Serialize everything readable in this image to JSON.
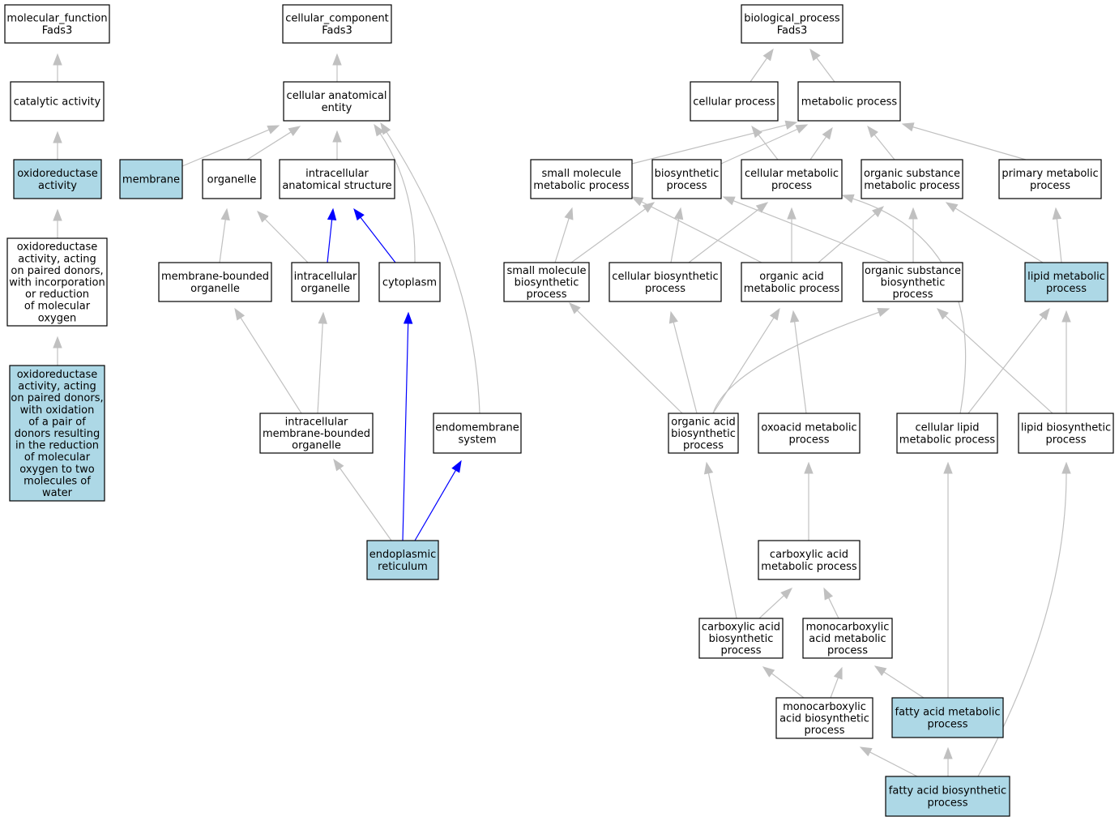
{
  "colors": {
    "node_default": "#ffffff",
    "node_highlight": "#add8e6",
    "edge_default": "#c0c0c0",
    "edge_highlight": "#0000ff",
    "border": "#000000"
  },
  "nodes": [
    {
      "id": "mf_root",
      "label": [
        "molecular_function",
        "Fads3"
      ],
      "highlight": false
    },
    {
      "id": "catalytic",
      "label": [
        "catalytic activity"
      ],
      "highlight": false
    },
    {
      "id": "oxred",
      "label": [
        "oxidoreductase",
        "activity"
      ],
      "highlight": true
    },
    {
      "id": "oxred_paired",
      "label": [
        "oxidoreductase",
        "activity, acting",
        "on paired donors,",
        "with incorporation",
        "or reduction",
        "of molecular",
        "oxygen"
      ],
      "highlight": false
    },
    {
      "id": "oxred_paired_ox",
      "label": [
        "oxidoreductase",
        "activity, acting",
        "on paired donors,",
        "with oxidation",
        "of a pair of",
        "donors resulting",
        "in the reduction",
        "of molecular",
        "oxygen to two",
        "molecules of",
        "water"
      ],
      "highlight": true
    },
    {
      "id": "cc_root",
      "label": [
        "cellular_component",
        "Fads3"
      ],
      "highlight": false
    },
    {
      "id": "cae",
      "label": [
        "cellular anatomical",
        "entity"
      ],
      "highlight": false
    },
    {
      "id": "membrane",
      "label": [
        "membrane"
      ],
      "highlight": true
    },
    {
      "id": "organelle",
      "label": [
        "organelle"
      ],
      "highlight": false
    },
    {
      "id": "ias",
      "label": [
        "intracellular",
        "anatomical structure"
      ],
      "highlight": false
    },
    {
      "id": "mbo",
      "label": [
        "membrane-bounded",
        "organelle"
      ],
      "highlight": false
    },
    {
      "id": "io",
      "label": [
        "intracellular",
        "organelle"
      ],
      "highlight": false
    },
    {
      "id": "cytoplasm",
      "label": [
        "cytoplasm"
      ],
      "highlight": false
    },
    {
      "id": "imbo",
      "label": [
        "intracellular",
        "membrane-bounded",
        "organelle"
      ],
      "highlight": false
    },
    {
      "id": "endomem",
      "label": [
        "endomembrane",
        "system"
      ],
      "highlight": false
    },
    {
      "id": "er",
      "label": [
        "endoplasmic",
        "reticulum"
      ],
      "highlight": true
    },
    {
      "id": "bp_root",
      "label": [
        "biological_process",
        "Fads3"
      ],
      "highlight": false
    },
    {
      "id": "cellproc",
      "label": [
        "cellular process"
      ],
      "highlight": false
    },
    {
      "id": "metab",
      "label": [
        "metabolic process"
      ],
      "highlight": false
    },
    {
      "id": "smmp",
      "label": [
        "small molecule",
        "metabolic process"
      ],
      "highlight": false
    },
    {
      "id": "biosyn",
      "label": [
        "biosynthetic",
        "process"
      ],
      "highlight": false
    },
    {
      "id": "cmp",
      "label": [
        "cellular metabolic",
        "process"
      ],
      "highlight": false
    },
    {
      "id": "osmp",
      "label": [
        "organic substance",
        "metabolic process"
      ],
      "highlight": false
    },
    {
      "id": "pmp",
      "label": [
        "primary metabolic",
        "process"
      ],
      "highlight": false
    },
    {
      "id": "smbp",
      "label": [
        "small molecule",
        "biosynthetic",
        "process"
      ],
      "highlight": false
    },
    {
      "id": "cbp",
      "label": [
        "cellular biosynthetic",
        "process"
      ],
      "highlight": false
    },
    {
      "id": "oamp",
      "label": [
        "organic acid",
        "metabolic process"
      ],
      "highlight": false
    },
    {
      "id": "osbp",
      "label": [
        "organic substance",
        "biosynthetic",
        "process"
      ],
      "highlight": false
    },
    {
      "id": "lmp",
      "label": [
        "lipid metabolic",
        "process"
      ],
      "highlight": true
    },
    {
      "id": "oabp",
      "label": [
        "organic acid",
        "biosynthetic",
        "process"
      ],
      "highlight": false
    },
    {
      "id": "oxoacid",
      "label": [
        "oxoacid metabolic",
        "process"
      ],
      "highlight": false
    },
    {
      "id": "clmp",
      "label": [
        "cellular lipid",
        "metabolic process"
      ],
      "highlight": false
    },
    {
      "id": "lbp",
      "label": [
        "lipid biosynthetic",
        "process"
      ],
      "highlight": false
    },
    {
      "id": "camp",
      "label": [
        "carboxylic acid",
        "metabolic process"
      ],
      "highlight": false
    },
    {
      "id": "cabp",
      "label": [
        "carboxylic acid",
        "biosynthetic",
        "process"
      ],
      "highlight": false
    },
    {
      "id": "mcamp",
      "label": [
        "monocarboxylic",
        "acid metabolic",
        "process"
      ],
      "highlight": false
    },
    {
      "id": "mcabp",
      "label": [
        "monocarboxylic",
        "acid biosynthetic",
        "process"
      ],
      "highlight": false
    },
    {
      "id": "famp",
      "label": [
        "fatty acid metabolic",
        "process"
      ],
      "highlight": true
    },
    {
      "id": "fabp",
      "label": [
        "fatty acid biosynthetic",
        "process"
      ],
      "highlight": true
    }
  ],
  "edges": [
    {
      "from": "catalytic",
      "to": "mf_root",
      "highlight": false
    },
    {
      "from": "oxred",
      "to": "catalytic",
      "highlight": false
    },
    {
      "from": "oxred_paired",
      "to": "oxred",
      "highlight": false
    },
    {
      "from": "oxred_paired_ox",
      "to": "oxred_paired",
      "highlight": false
    },
    {
      "from": "cae",
      "to": "cc_root",
      "highlight": false
    },
    {
      "from": "membrane",
      "to": "cae",
      "highlight": false
    },
    {
      "from": "organelle",
      "to": "cae",
      "highlight": false
    },
    {
      "from": "ias",
      "to": "cae",
      "highlight": false
    },
    {
      "from": "cytoplasm",
      "to": "cae",
      "highlight": false
    },
    {
      "from": "endomem",
      "to": "cae",
      "highlight": false
    },
    {
      "from": "mbo",
      "to": "organelle",
      "highlight": false
    },
    {
      "from": "io",
      "to": "organelle",
      "highlight": false
    },
    {
      "from": "io",
      "to": "ias",
      "highlight": true
    },
    {
      "from": "cytoplasm",
      "to": "ias",
      "highlight": true
    },
    {
      "from": "imbo",
      "to": "mbo",
      "highlight": false
    },
    {
      "from": "imbo",
      "to": "io",
      "highlight": false
    },
    {
      "from": "er",
      "to": "imbo",
      "highlight": false
    },
    {
      "from": "er",
      "to": "cytoplasm",
      "highlight": true
    },
    {
      "from": "er",
      "to": "endomem",
      "highlight": true
    },
    {
      "from": "cellproc",
      "to": "bp_root",
      "highlight": false
    },
    {
      "from": "metab",
      "to": "bp_root",
      "highlight": false
    },
    {
      "from": "smmp",
      "to": "metab",
      "highlight": false
    },
    {
      "from": "biosyn",
      "to": "metab",
      "highlight": false
    },
    {
      "from": "cmp",
      "to": "cellproc",
      "highlight": false
    },
    {
      "from": "cmp",
      "to": "metab",
      "highlight": false
    },
    {
      "from": "osmp",
      "to": "metab",
      "highlight": false
    },
    {
      "from": "pmp",
      "to": "metab",
      "highlight": false
    },
    {
      "from": "smbp",
      "to": "smmp",
      "highlight": false
    },
    {
      "from": "smbp",
      "to": "biosyn",
      "highlight": false
    },
    {
      "from": "cbp",
      "to": "biosyn",
      "highlight": false
    },
    {
      "from": "cbp",
      "to": "cmp",
      "highlight": false
    },
    {
      "from": "oamp",
      "to": "smmp",
      "highlight": false
    },
    {
      "from": "oamp",
      "to": "cmp",
      "highlight": false
    },
    {
      "from": "oamp",
      "to": "osmp",
      "highlight": false
    },
    {
      "from": "osbp",
      "to": "biosyn",
      "highlight": false
    },
    {
      "from": "osbp",
      "to": "osmp",
      "highlight": false
    },
    {
      "from": "lmp",
      "to": "osmp",
      "highlight": false
    },
    {
      "from": "lmp",
      "to": "pmp",
      "highlight": false
    },
    {
      "from": "oabp",
      "to": "smbp",
      "highlight": false
    },
    {
      "from": "oabp",
      "to": "cbp",
      "highlight": false
    },
    {
      "from": "oabp",
      "to": "oamp",
      "highlight": false
    },
    {
      "from": "oabp",
      "to": "osbp",
      "highlight": false
    },
    {
      "from": "oxoacid",
      "to": "oamp",
      "highlight": false
    },
    {
      "from": "clmp",
      "to": "cmp",
      "highlight": false
    },
    {
      "from": "clmp",
      "to": "lmp",
      "highlight": false
    },
    {
      "from": "lbp",
      "to": "osbp",
      "highlight": false
    },
    {
      "from": "lbp",
      "to": "lmp",
      "highlight": false
    },
    {
      "from": "camp",
      "to": "oxoacid",
      "highlight": false
    },
    {
      "from": "cabp",
      "to": "oabp",
      "highlight": false
    },
    {
      "from": "cabp",
      "to": "camp",
      "highlight": false
    },
    {
      "from": "mcamp",
      "to": "camp",
      "highlight": false
    },
    {
      "from": "mcabp",
      "to": "cabp",
      "highlight": false
    },
    {
      "from": "mcabp",
      "to": "mcamp",
      "highlight": false
    },
    {
      "from": "famp",
      "to": "mcamp",
      "highlight": false
    },
    {
      "from": "famp",
      "to": "clmp",
      "highlight": false
    },
    {
      "from": "fabp",
      "to": "mcabp",
      "highlight": false
    },
    {
      "from": "fabp",
      "to": "famp",
      "highlight": false
    },
    {
      "from": "fabp",
      "to": "lbp",
      "highlight": false
    }
  ]
}
